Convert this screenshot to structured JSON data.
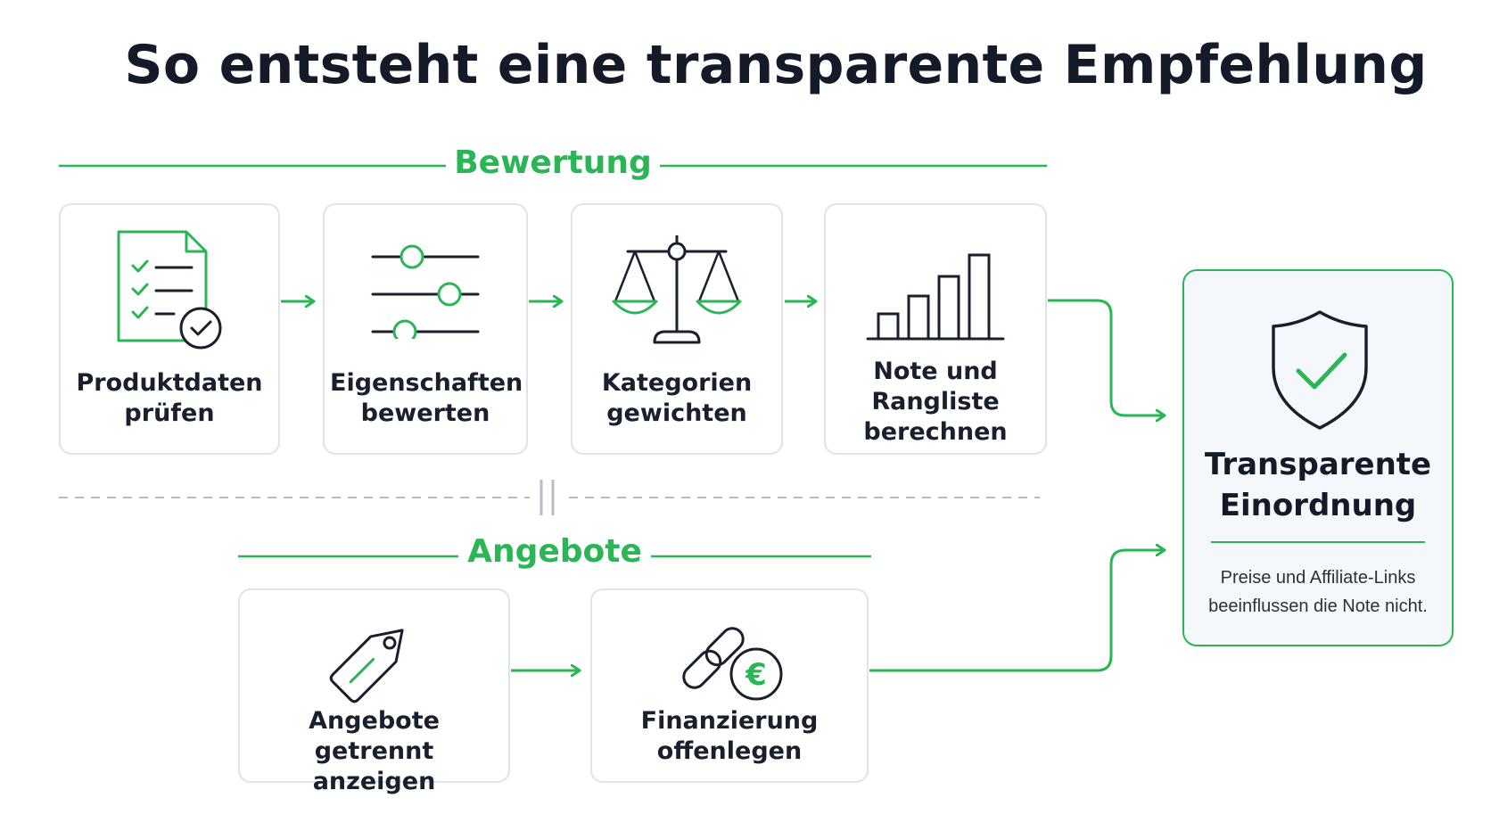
{
  "title": "So entsteht eine transparente Empfehlung",
  "colors": {
    "accent": "#2bb656",
    "text": "#151a29",
    "card_border": "#dfe3ea",
    "divider": "#b8bcc4"
  },
  "sections": {
    "bewertung": "Bewertung",
    "angebote": "Angebote"
  },
  "steps": [
    {
      "label": "Produktdaten\nprüfen",
      "icon": "checklist-document-icon"
    },
    {
      "label": "Eigenschaften\nbewerten",
      "icon": "sliders-icon"
    },
    {
      "label": "Kategorien\ngewichten",
      "icon": "balance-scale-icon"
    },
    {
      "label": "Note und\nRangliste\nberechnen",
      "icon": "bar-chart-icon"
    }
  ],
  "offers": [
    {
      "label": "Angebote getrennt\nanzeigen",
      "icon": "price-tag-icon"
    },
    {
      "label": "Finanzierung\noffenlegen",
      "icon": "link-euro-icon"
    }
  ],
  "result": {
    "title": "Transparente\nEinordnung",
    "note": "Preise und Affiliate-Links\nbeeinflussen die Note nicht.",
    "icon": "shield-check-icon"
  }
}
